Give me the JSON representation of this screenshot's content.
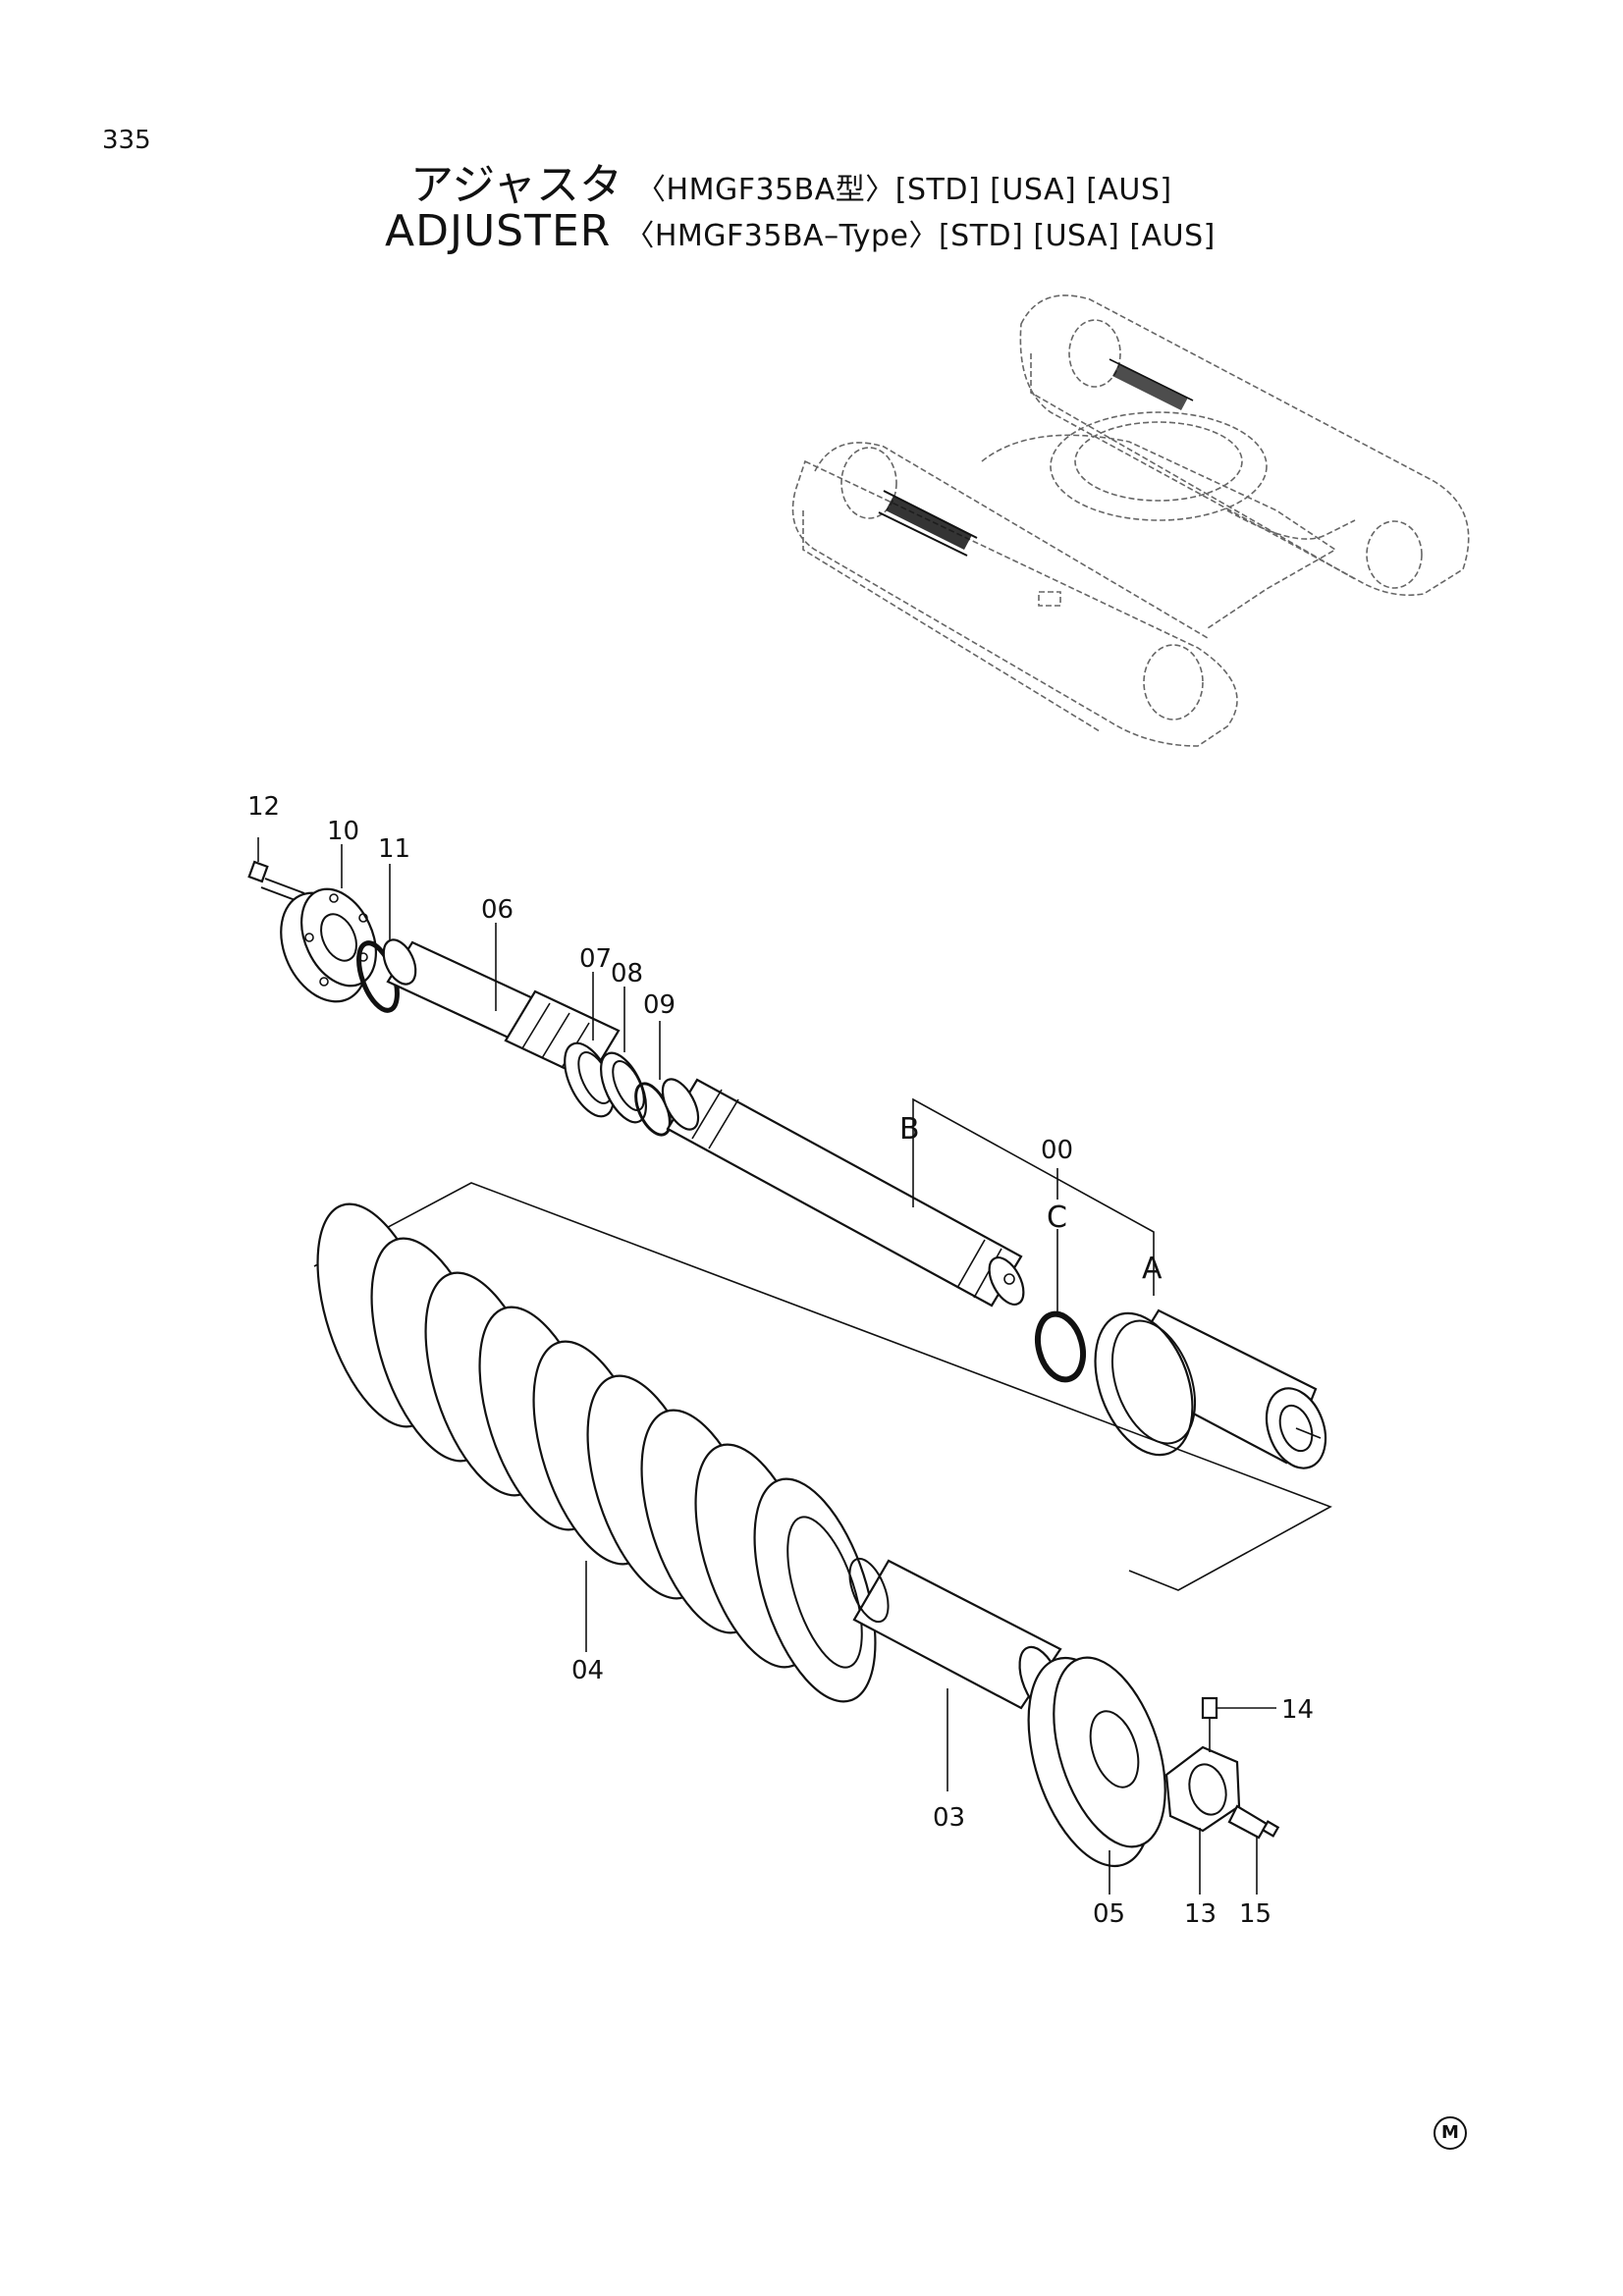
{
  "page_number": "335",
  "title_jp": {
    "main": "アジャスタ",
    "variant": "〈HMGF35BA型〉[STD] [USA] [AUS]"
  },
  "title_en": {
    "main": "ADJUSTER",
    "variant": "〈HMGF35BA–Type〉[STD] [USA] [AUS]"
  },
  "callouts": {
    "c00": "00",
    "c03": "03",
    "c04": "04",
    "c05": "05",
    "c06": "06",
    "c07": "07",
    "c08": "08",
    "c09": "09",
    "c10": "10",
    "c11": "11",
    "c12": "12",
    "c13": "13",
    "c14": "14",
    "c15": "15",
    "cA": "A",
    "cB": "B",
    "cC": "C"
  },
  "corner_mark": "M"
}
